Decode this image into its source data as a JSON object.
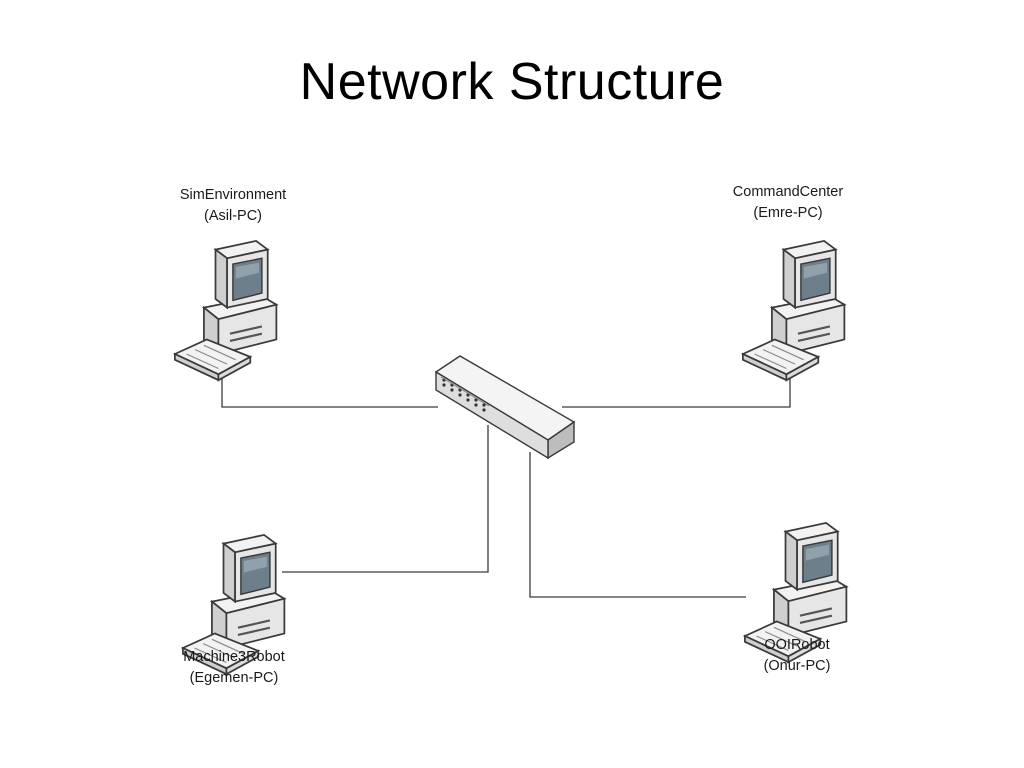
{
  "title": "Network Structure",
  "nodes": [
    {
      "role": "SimEnvironment",
      "host": "(Asil-PC)"
    },
    {
      "role": "CommandCenter",
      "host": "(Emre-PC)"
    },
    {
      "role": "Machine3Robot",
      "host": "(Egemen-PC)"
    },
    {
      "role": "OOIRobot",
      "host": "(Onur-PC)"
    }
  ],
  "icons": {
    "computer": "desktop-computer-icon",
    "switch": "network-switch-icon"
  },
  "colors": {
    "line": "#3a3a3a",
    "device_body": "#e6e6e6",
    "screen": "#6e7f8c"
  }
}
